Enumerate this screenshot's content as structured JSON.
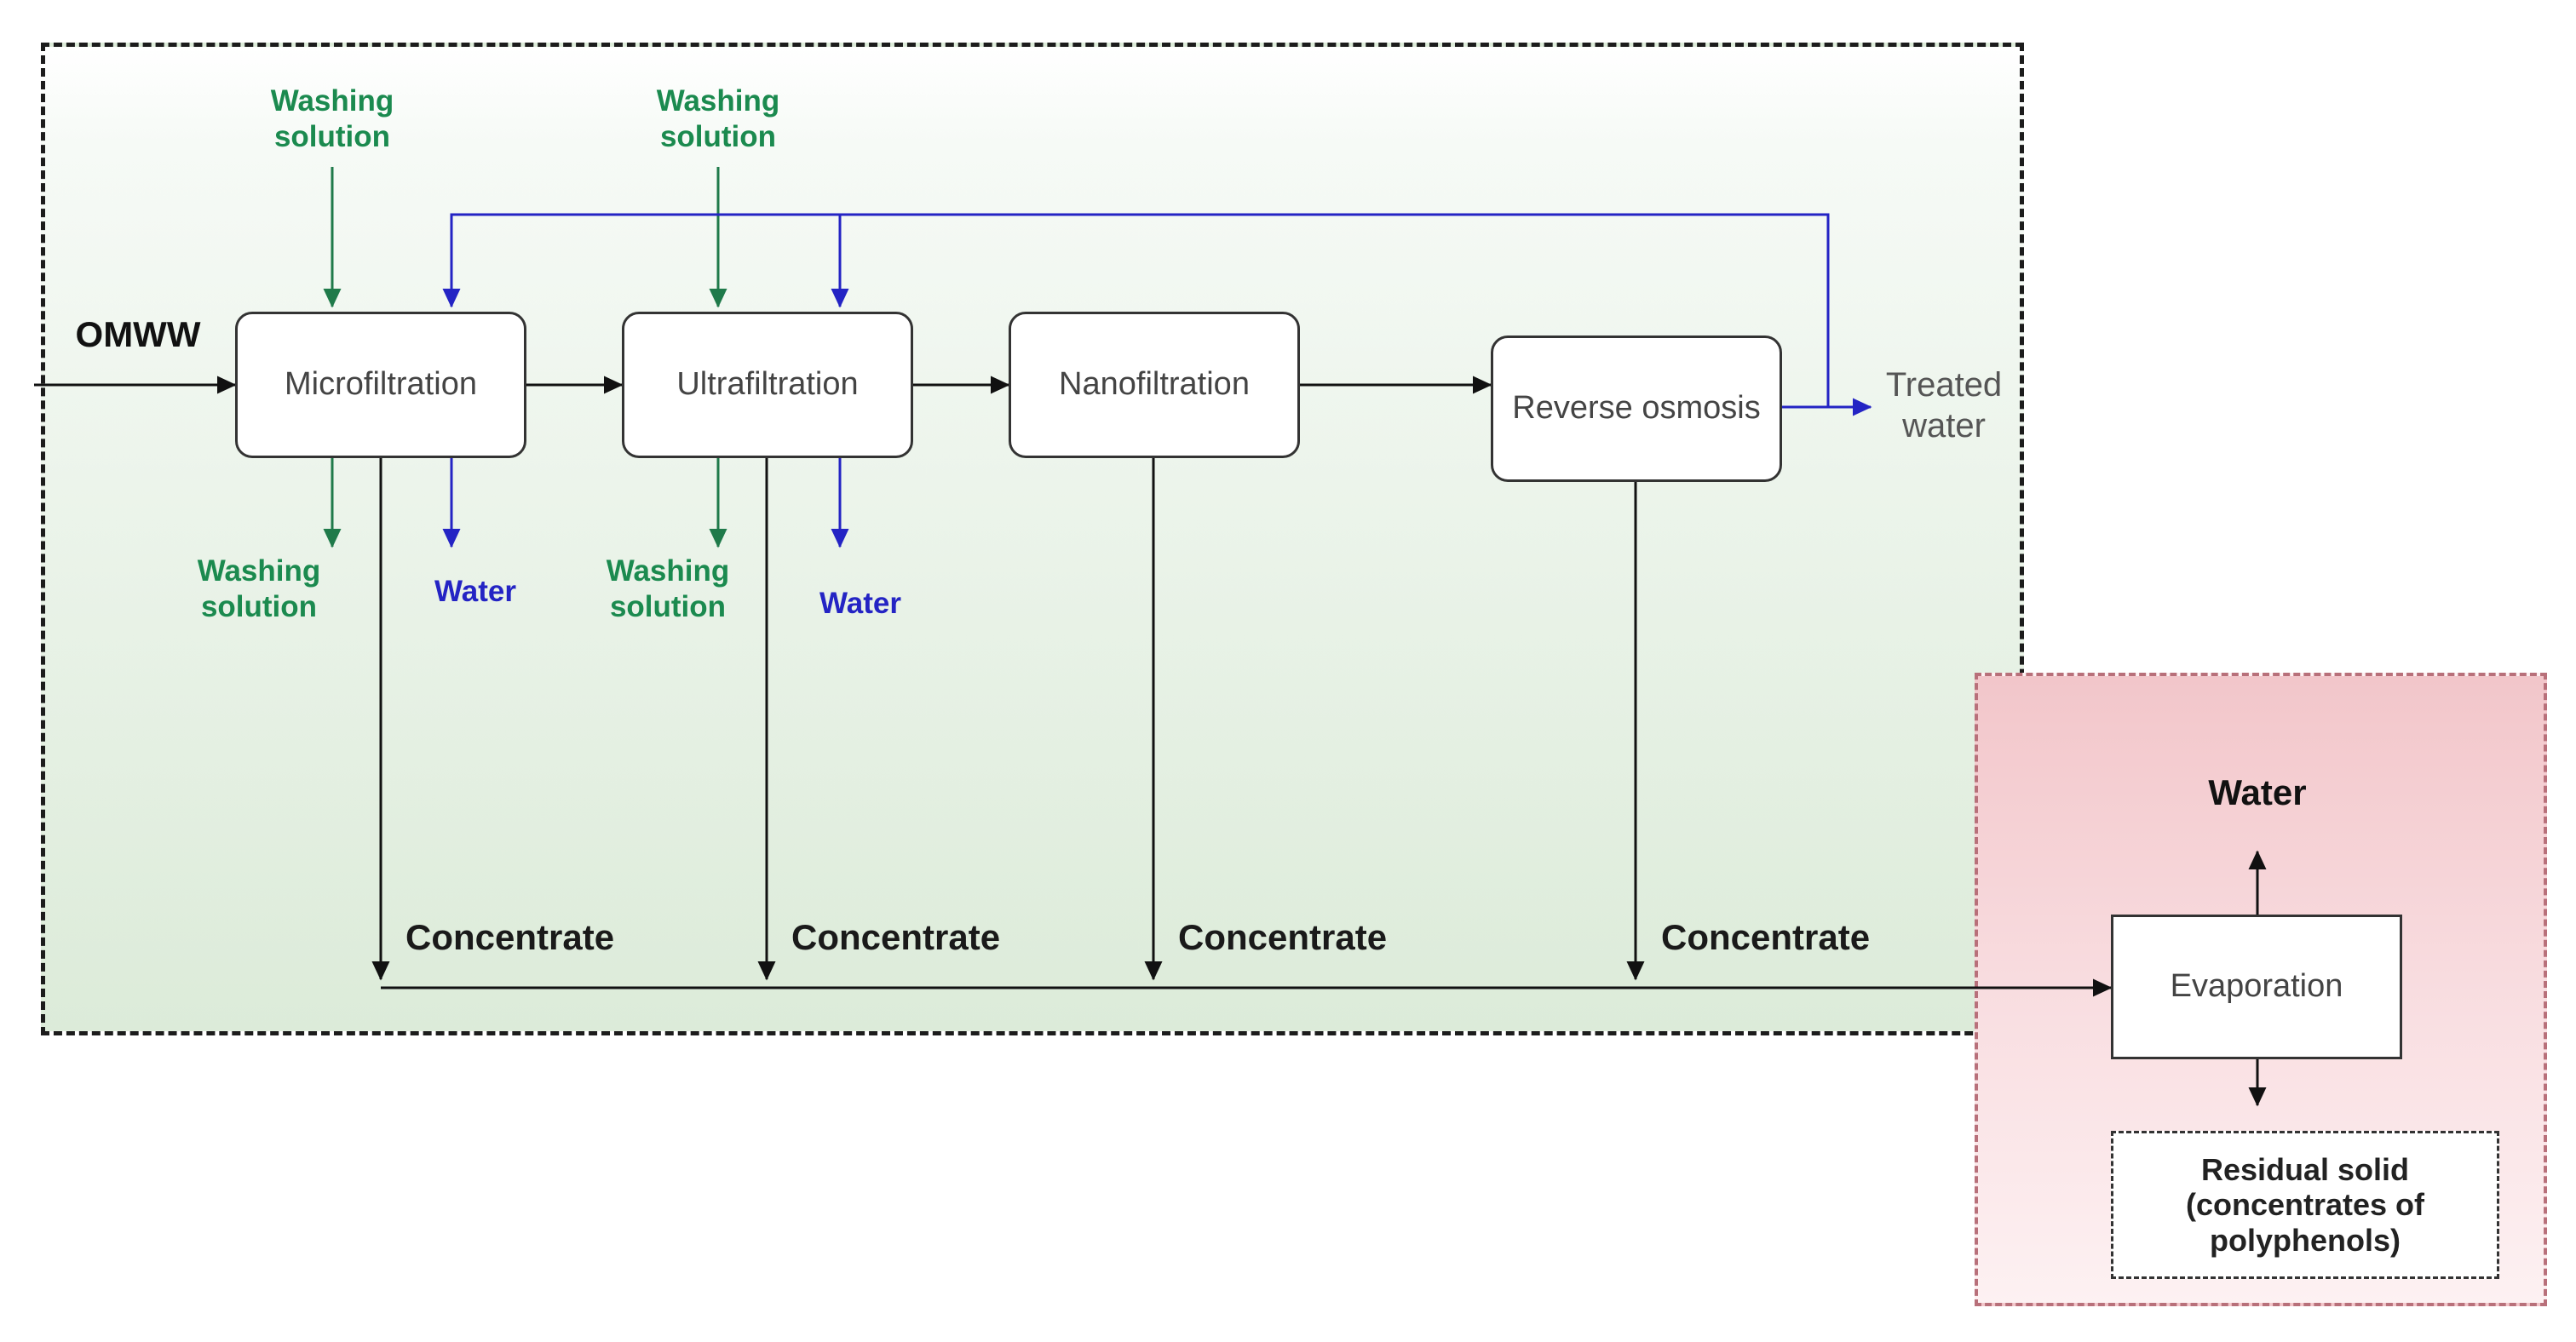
{
  "input_label": "OMWW",
  "processes": {
    "microfiltration": "Microfiltration",
    "ultrafiltration": "Ultrafiltration",
    "nanofiltration": "Nanofiltration",
    "reverse_osmosis": "Reverse osmosis",
    "evaporation": "Evaporation"
  },
  "washing_in": [
    "Washing",
    "solution"
  ],
  "washing_out": [
    "Washing",
    "solution"
  ],
  "water_label": "Water",
  "concentrate_label": "Concentrate",
  "treated_water": [
    "Treated",
    "water"
  ],
  "evaporation_water": "Water",
  "residual_solid": [
    "Residual solid",
    "(concentrates of",
    "polyphenols)"
  ],
  "colors": {
    "green": "#1b8a4f",
    "blue": "#2424c4",
    "black": "#111111",
    "membrane_zone": "#dcebd9",
    "evaporation_zone": "#f2c6ca"
  }
}
